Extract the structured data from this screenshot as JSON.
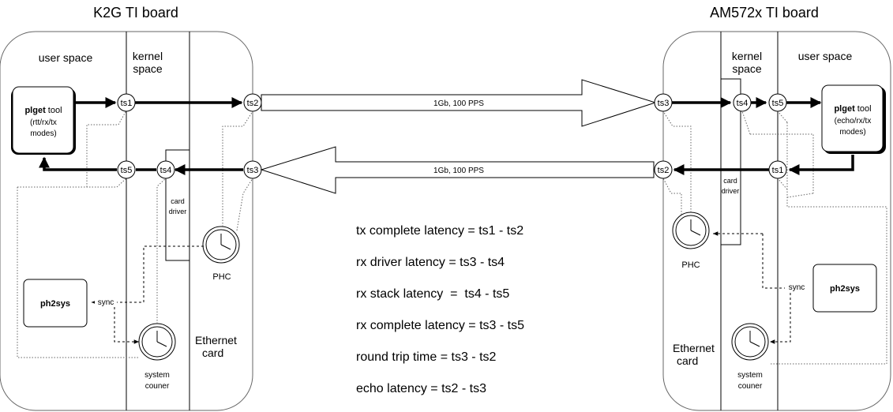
{
  "left_board": {
    "title": "K2G TI board",
    "user_space": "user space",
    "kernel_space_line1": "kernel",
    "kernel_space_line2": "space",
    "tool_name": "plget",
    "tool_suffix": " tool",
    "tool_line2": "(rtt/rx/tx",
    "tool_line3": "modes)",
    "ts1": "ts1",
    "ts2": "ts2",
    "ts3": "ts3",
    "ts4": "ts4",
    "ts5": "ts5",
    "card_driver_line1": "card",
    "card_driver_line2": "driver",
    "phc": "PHC",
    "ph2sys": "ph2sys",
    "sync": "sync",
    "system_counter_line1": "system",
    "system_counter_line2": "couner",
    "ethernet_line1": "Ethernet",
    "ethernet_line2": "card"
  },
  "right_board": {
    "title": "AM572x TI board",
    "user_space": "user space",
    "kernel_space_line1": "kernel",
    "kernel_space_line2": "space",
    "tool_name": "plget",
    "tool_suffix": " tool",
    "tool_line2": "(echo/rx/tx",
    "tool_line3": "modes)",
    "ts1": "ts1",
    "ts2": "ts2",
    "ts3": "ts3",
    "ts4": "ts4",
    "ts5": "ts5",
    "card_driver_line1": "card",
    "card_driver_line2": "driver",
    "phc": "PHC",
    "ph2sys": "ph2sys",
    "sync": "sync",
    "system_counter_line1": "system",
    "system_counter_line2": "couner",
    "ethernet_line1": "Ethernet",
    "ethernet_line2": "card"
  },
  "links": {
    "forward_label": "1Gb, 100 PPS",
    "backward_label": "1Gb, 100 PPS"
  },
  "formulas": [
    "tx complete latency = ts1 - ts2",
    "rx driver latency = ts3 - ts4",
    "rx stack latency  =  ts4 - ts5",
    "rx complete latency = ts3 - ts5",
    "round trip time = ts3 - ts2",
    "echo latency = ts2 - ts3"
  ]
}
